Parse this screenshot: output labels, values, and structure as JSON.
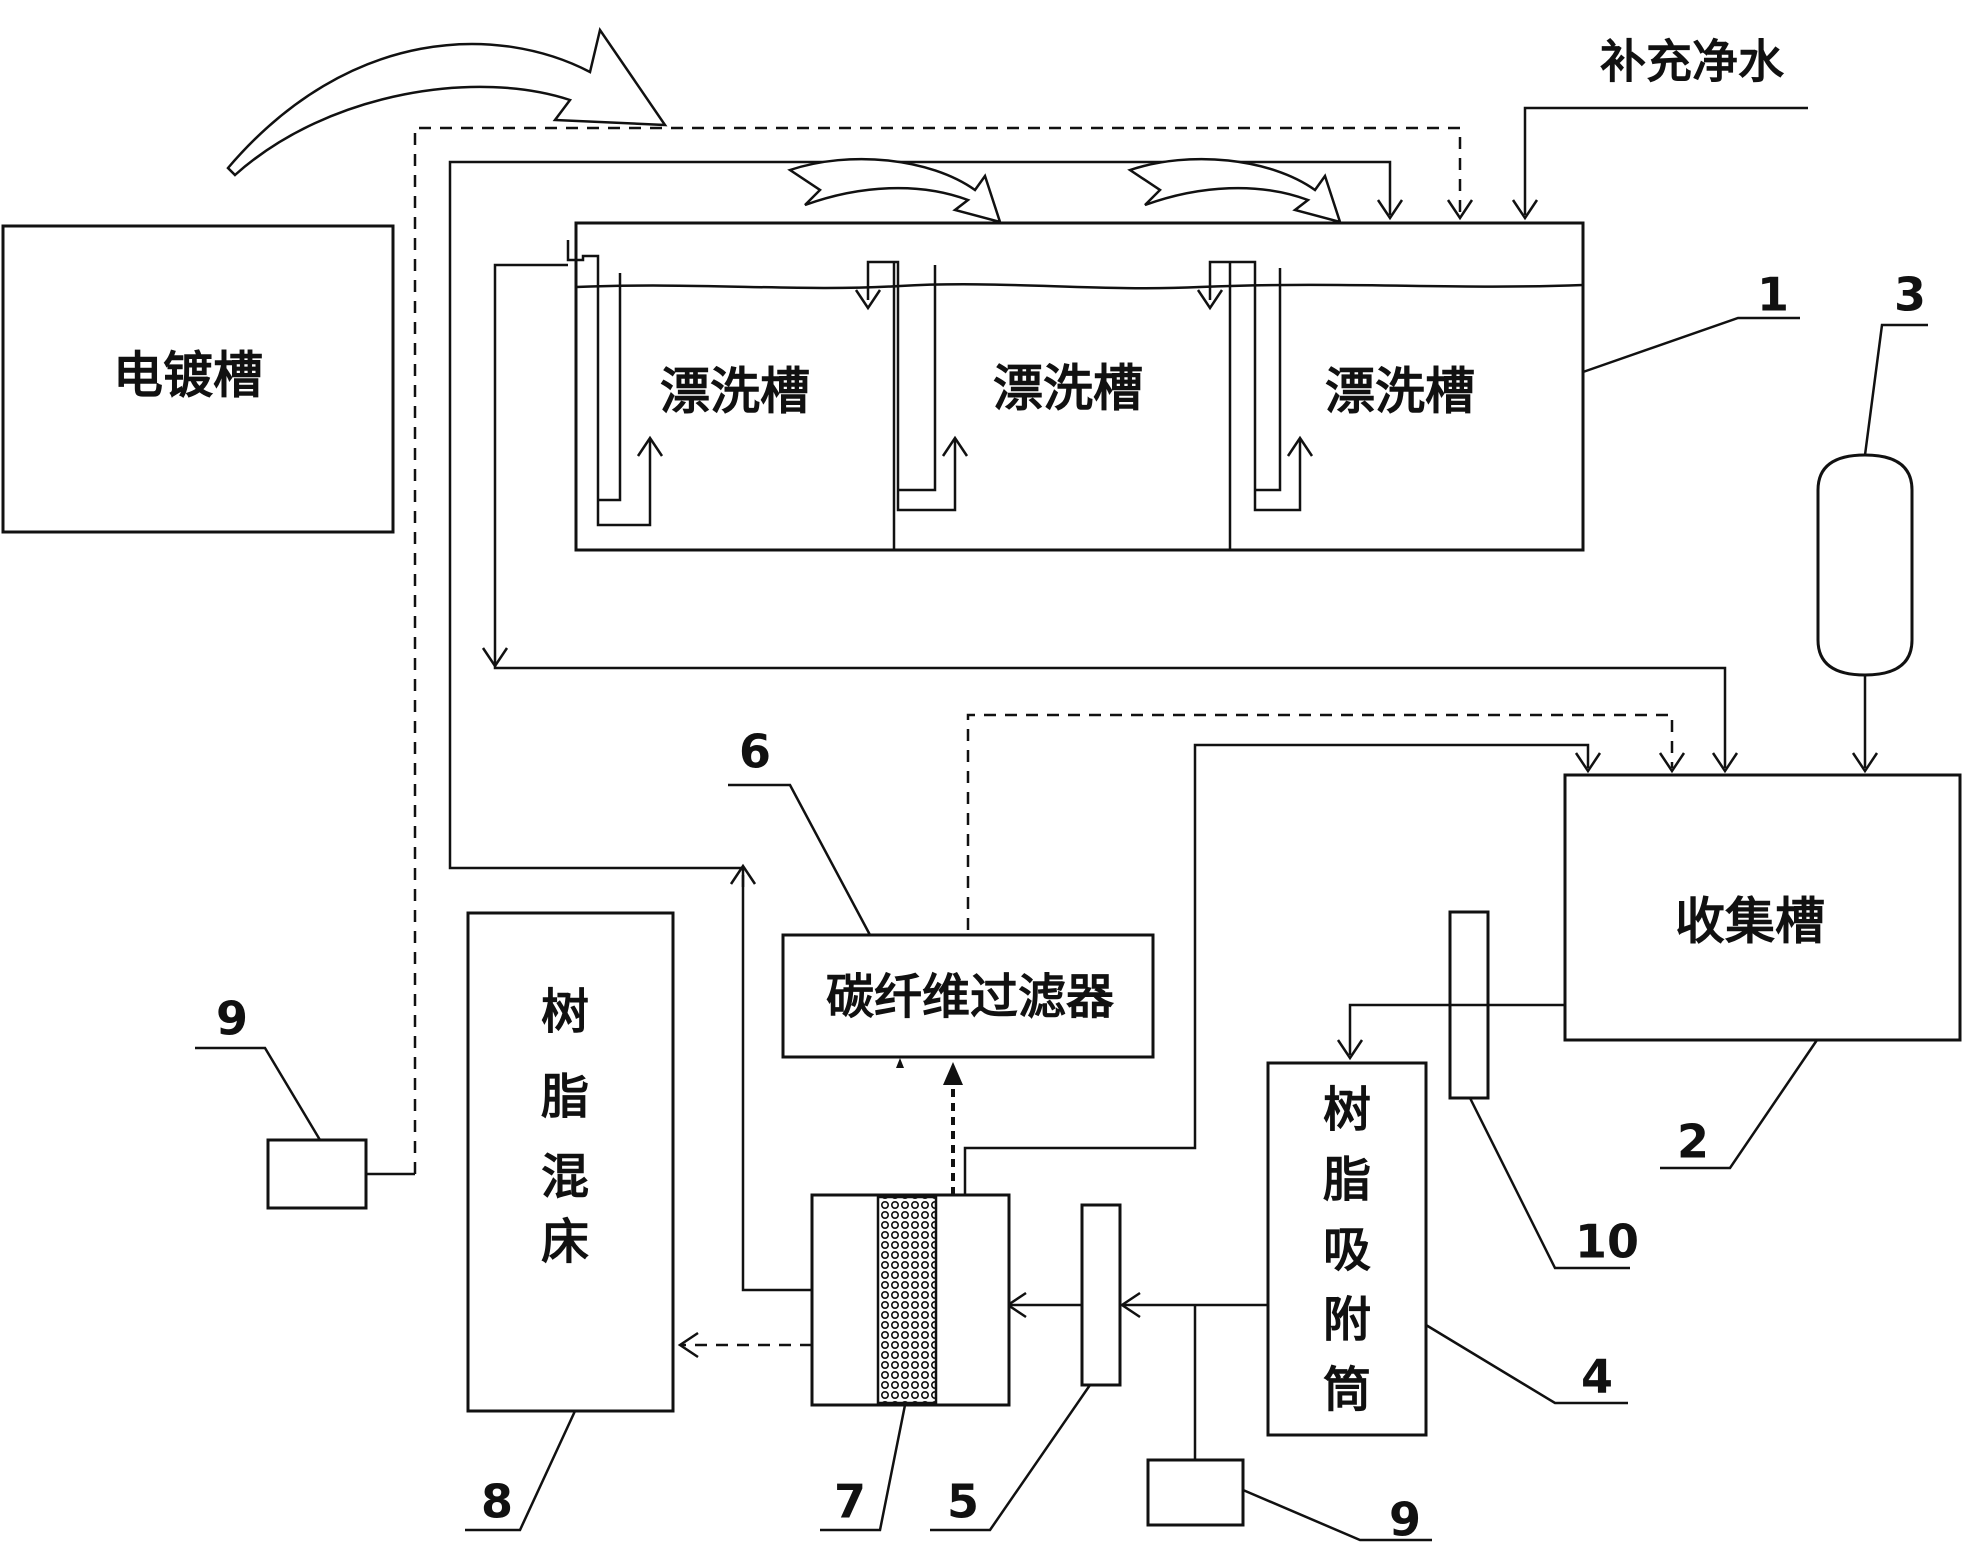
{
  "labels": {
    "electroplating_tank": "电镀槽",
    "rinse_tank": "漂洗槽",
    "rinse_tank_2": "漂洗槽",
    "rinse_tank_3": "漂洗槽",
    "clean_water": "补充净水",
    "collection_tank": "收集槽",
    "carbon_filter": "碳纤维过滤器",
    "resin_mixed_bed": [
      "树",
      "脂",
      "混",
      "床"
    ],
    "resin_adsorption": [
      "树",
      "脂",
      "吸",
      "附",
      "筒"
    ]
  },
  "callouts": {
    "n1": "1",
    "n2": "2",
    "n3": "3",
    "n4": "4",
    "n5": "5",
    "n6": "6",
    "n7": "7",
    "n8": "8",
    "n9a": "9",
    "n9b": "9",
    "n10": "10"
  }
}
